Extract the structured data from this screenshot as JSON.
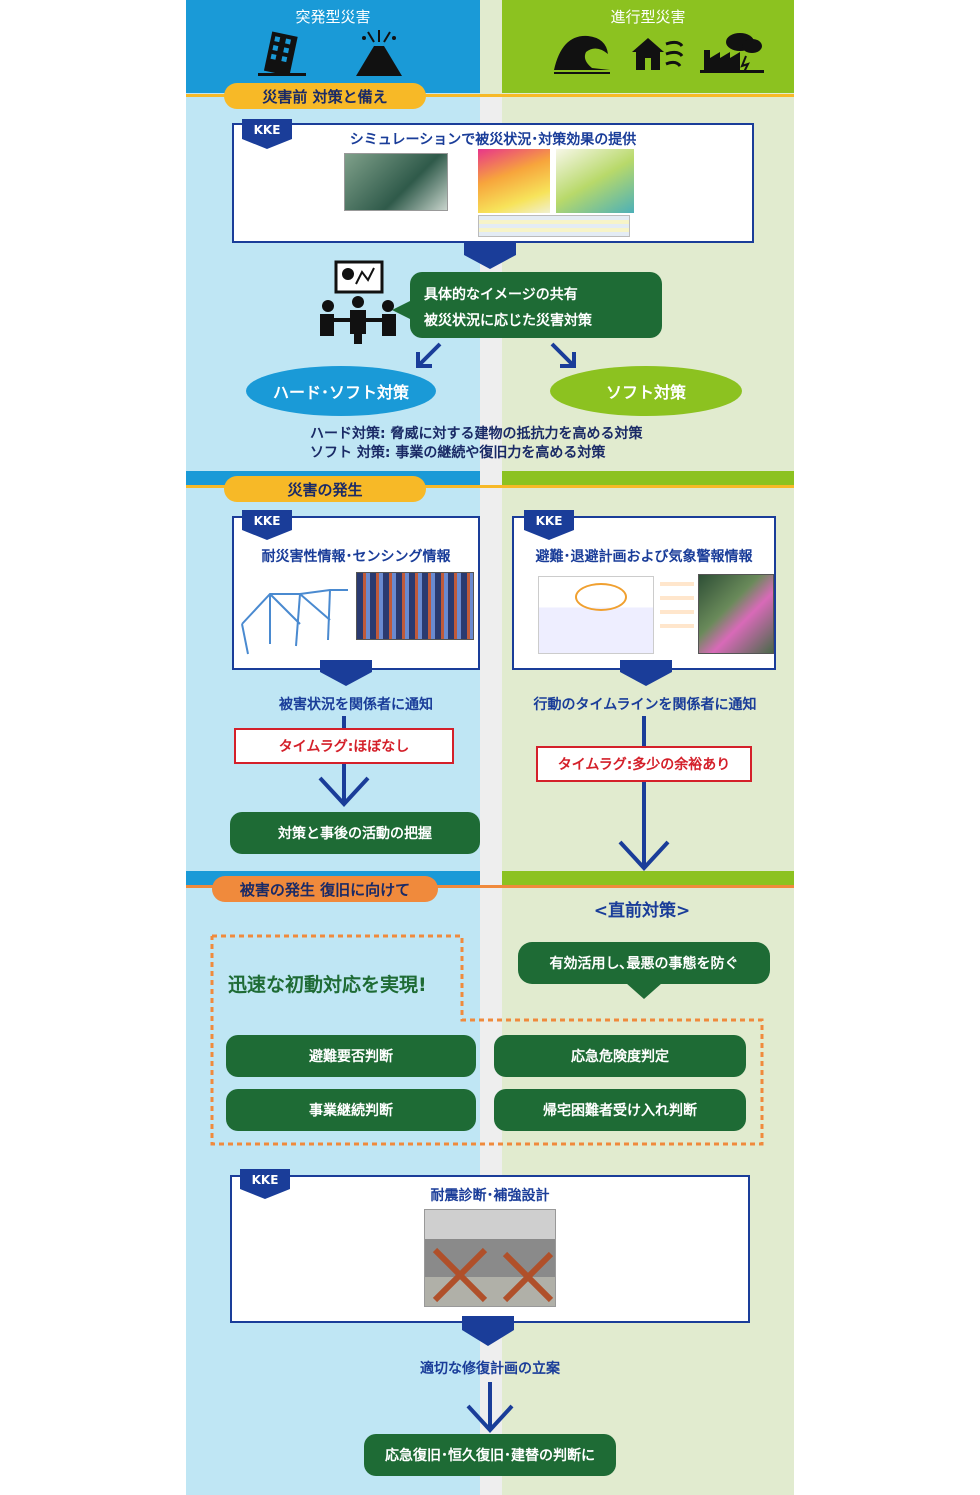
{
  "header": {
    "left_title": "突発型災害",
    "right_title": "進行型災害",
    "left_color": "#1a9ad7",
    "right_color": "#8cc220"
  },
  "icons": {
    "left": [
      "collapsed-building-icon",
      "volcano-icon"
    ],
    "right": [
      "tsunami-wave-icon",
      "storm-house-icon",
      "flooded-factory-icon"
    ]
  },
  "section1": {
    "tag": "災害前 対策と備え",
    "kke": "KKE",
    "box_title": "シミュレーションで被災状況･対策効果の提供",
    "speech": [
      "具体的なイメージの共有",
      "被災状況に応じた災害対策"
    ],
    "oval_left": "ハード･ソフト対策",
    "oval_right": "ソフト対策",
    "def_lines": [
      "ハード対策: 脅威に対する建物の抵抗力を高める対策",
      "ソフト 対策: 事業の継続や復旧力を高める対策"
    ]
  },
  "section2": {
    "tag": "災害の発生",
    "left_kke": "KKE",
    "left_title": "耐災害性情報･センシング情報",
    "right_kke": "KKE",
    "right_title": "避難･退避計画および気象警報情報",
    "left_notify": "被害状況を関係者に通知",
    "right_notify": "行動のタイムラインを関係者に通知",
    "left_lag": "タイムラグ:ほぼなし",
    "right_lag": "タイムラグ:多少の余裕あり",
    "left_result": "対策と事後の活動の把握"
  },
  "section3": {
    "tag": "被害の発生 復旧に向けて",
    "right_heading": "<直前対策>",
    "callout": "有効活用し､最悪の事態を防ぐ",
    "slogan": "迅速な初動対応を実現!",
    "actions": [
      "避難要否判断",
      "応急危険度判定",
      "事業継続判断",
      "帰宅困難者受け入れ判断"
    ],
    "kke": "KKE",
    "box_title": "耐震診断･補強設計",
    "plan": "適切な修復計画の立案",
    "final": "応急復旧･恒久復旧･建替の判断に"
  },
  "colors": {
    "navy": "#1a3d99",
    "green": "#1e6b35",
    "yellow": "#f7b927",
    "orange": "#f08a3c",
    "red": "#d4202a",
    "blue_oval": "#1a9ad7",
    "green_oval": "#8cc220"
  }
}
